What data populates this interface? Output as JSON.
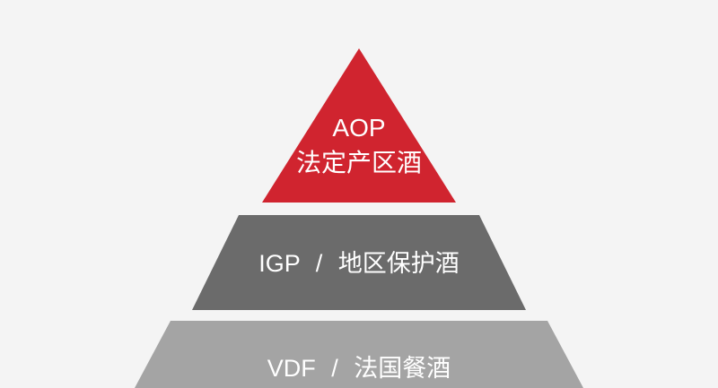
{
  "pyramid": {
    "tiers": [
      {
        "code": "AOP",
        "name": "法定产区酒",
        "color": "#d0242f"
      },
      {
        "code": "IGP",
        "separator": "/",
        "name": "地区保护酒",
        "color": "#6b6b6b"
      },
      {
        "code": "VDF",
        "separator": "/",
        "name": "法国餐酒",
        "color": "#a4a4a4"
      }
    ]
  }
}
